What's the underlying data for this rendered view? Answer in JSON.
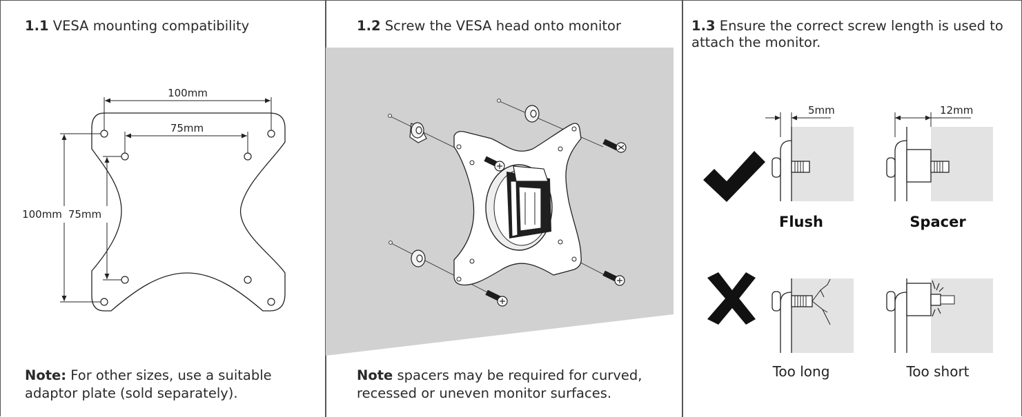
{
  "panels": [
    {
      "number": "1.1",
      "title": "VESA mounting compatibility",
      "dimensions": {
        "outer_width": "100mm",
        "inner_width": "75mm",
        "outer_height": "100mm",
        "inner_height": "75mm"
      },
      "note_label": "Note:",
      "note_text": "For other sizes, use a suitable adaptor plate (sold separately)."
    },
    {
      "number": "1.2",
      "title": "Screw the VESA head onto monitor",
      "note_label": "Note",
      "note_text": "spacers may be required for curved, recessed or uneven monitor surfaces."
    },
    {
      "number": "1.3",
      "title": "Ensure the correct screw length is used to attach the monitor.",
      "correct_icon": "check-icon",
      "wrong_icon": "cross-icon",
      "diagrams": [
        {
          "label": "Flush",
          "dimension": "5mm"
        },
        {
          "label": "Spacer",
          "dimension": "12mm"
        },
        {
          "label": "Too long"
        },
        {
          "label": "Too short"
        }
      ]
    }
  ]
}
